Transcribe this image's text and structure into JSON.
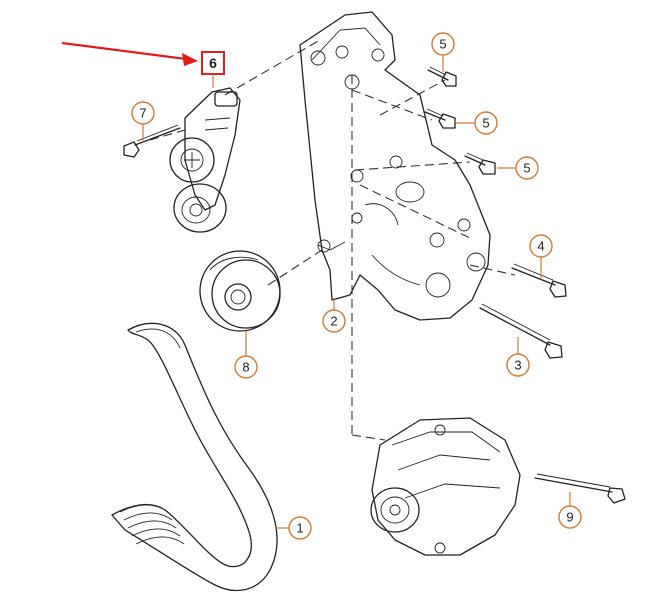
{
  "diagram": {
    "callouts": {
      "belt": "1",
      "bracket": "2",
      "bolt_long": "3",
      "bolt_medium": "4",
      "bolt_a": "5",
      "bolt_b": "5",
      "bolt_c": "5",
      "tensioner": "6",
      "bolt_tensioner": "7",
      "idler_pulley": "8",
      "alternator_bolt": "9"
    },
    "highlight_color": "#e31b1b",
    "callout_color": "#d27a32"
  }
}
